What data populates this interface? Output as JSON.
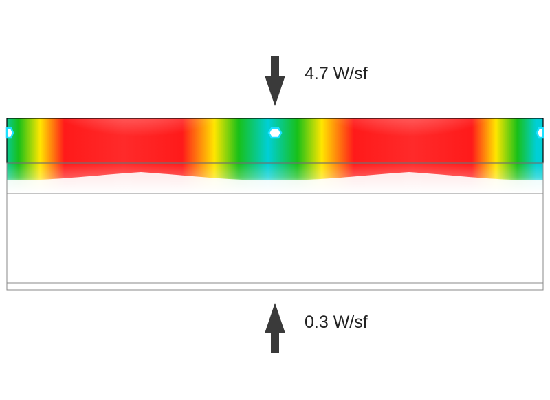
{
  "diagram": {
    "top_flux": {
      "label": "4.7 W/sf",
      "direction": "down"
    },
    "bottom_flux": {
      "label": "0.3 W/sf",
      "direction": "up"
    },
    "colors": {
      "hot": "#ff1a1a",
      "cool": "#00cfd6",
      "mid_green": "#18c018",
      "mid_yellow": "#ffe600",
      "pipe_fill": "#ffffff",
      "pipe_ring": "#1ee0ff",
      "arrow": "#3a3a3a",
      "outline": "#000000",
      "thin_outline": "#888888"
    },
    "heat_sources": [
      {
        "name": "left"
      },
      {
        "name": "center"
      },
      {
        "name": "right"
      }
    ]
  }
}
